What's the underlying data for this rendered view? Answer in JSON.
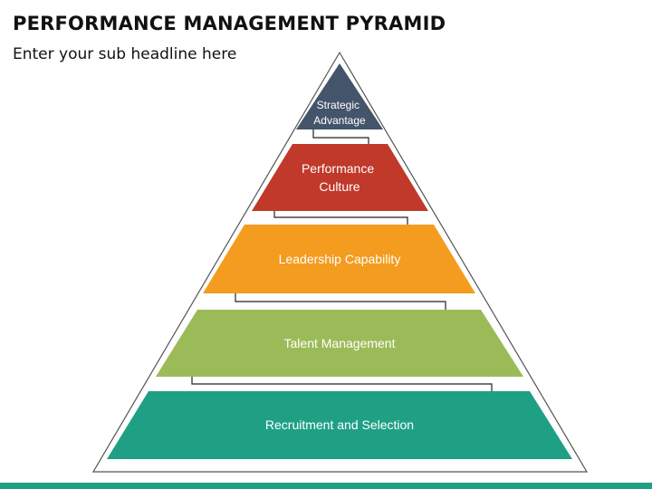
{
  "slide": {
    "title": "PERFORMANCE MANAGEMENT PYRAMID",
    "subtitle": "Enter your sub headline here"
  },
  "pyramid": {
    "tiers": [
      {
        "id": "strategic-advantage",
        "lines": [
          "Strategic",
          "Advantage"
        ],
        "color": "#44546A"
      },
      {
        "id": "performance-culture",
        "lines": [
          "Performance",
          "Culture"
        ],
        "color": "#C0392B"
      },
      {
        "id": "leadership-capability",
        "lines": [
          "Leadership Capability"
        ],
        "color": "#F39C1F"
      },
      {
        "id": "talent-management",
        "lines": [
          "Talent Management"
        ],
        "color": "#9BBB59"
      },
      {
        "id": "recruitment-selection",
        "lines": [
          "Recruitment and Selection"
        ],
        "color": "#1FA085"
      }
    ],
    "outline_color": "#555555",
    "connector_color": "#222222"
  },
  "footer": {
    "bar_color": "#1FA085"
  }
}
